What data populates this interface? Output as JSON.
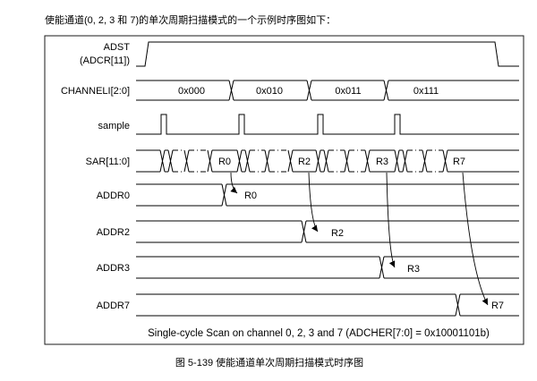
{
  "intro": "使能通道(0, 2, 3 和 7)的单次周期扫描模式的一个示例时序图如下：",
  "diagram": {
    "adst": {
      "label": "ADST",
      "sublabel": "(ADCR[11])"
    },
    "channel": {
      "label": "CHANNELI[2:0]",
      "values": [
        "0x000",
        "0x010",
        "0x011",
        "0x111"
      ]
    },
    "sample": {
      "label": "sample"
    },
    "sar": {
      "label": "SAR[11:0]",
      "values": [
        "R0",
        "R2",
        "R3",
        "R7"
      ]
    },
    "addr": [
      {
        "label": "ADDR0",
        "value": "R0"
      },
      {
        "label": "ADDR2",
        "value": "R2"
      },
      {
        "label": "ADDR3",
        "value": "R3"
      },
      {
        "label": "ADDR7",
        "value": "R7"
      }
    ],
    "caption": "Single-cycle Scan on channel 0, 2, 3 and 7 (ADCHER[7:0] = 0x10001101b)"
  },
  "figure_caption": "图 5-139 使能通道单次周期扫描模式时序图"
}
